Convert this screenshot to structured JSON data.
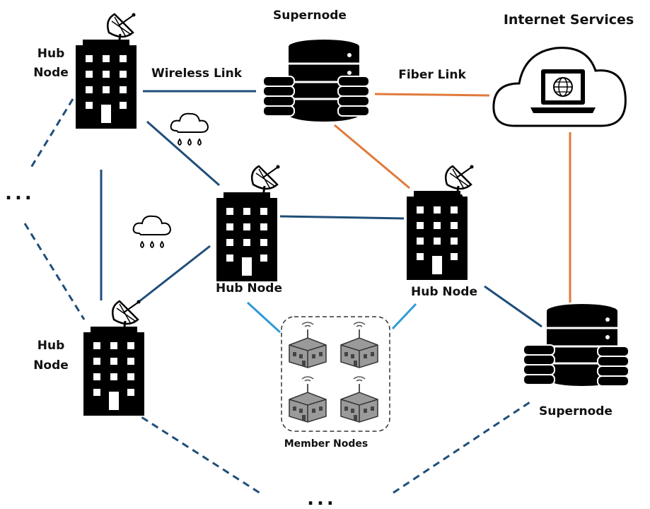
{
  "labels": {
    "supernode_top": "Supernode",
    "supernode_bottom": "Supernode",
    "internet_services": "Internet Services",
    "hub_top_left_line1": "Hub",
    "hub_top_left_line2": "Node",
    "hub_bottom_left_line1": "Hub",
    "hub_bottom_left_line2": "Node",
    "hub_center": "Hub Node",
    "hub_right": "Hub Node",
    "member_nodes": "Member Nodes",
    "wireless_link": "Wireless Link",
    "fiber_link": "Fiber Link",
    "ellipsis_left": "...",
    "ellipsis_bottom": "..."
  },
  "colors": {
    "wireless": "#1f4e79",
    "member_link": "#2e9bd6",
    "fiber": "#e07a3c",
    "dashed": "#1f4e79",
    "building": "#000000",
    "member_building": "#8a8a8a"
  },
  "icons": {
    "hub": "office-building-with-satellite-dish-icon",
    "supernode": "server-database-stack-icon",
    "internet": "cloud-with-laptop-globe-icon",
    "weather": "rain-cloud-icon",
    "member": "small-building-with-antenna-icon"
  }
}
